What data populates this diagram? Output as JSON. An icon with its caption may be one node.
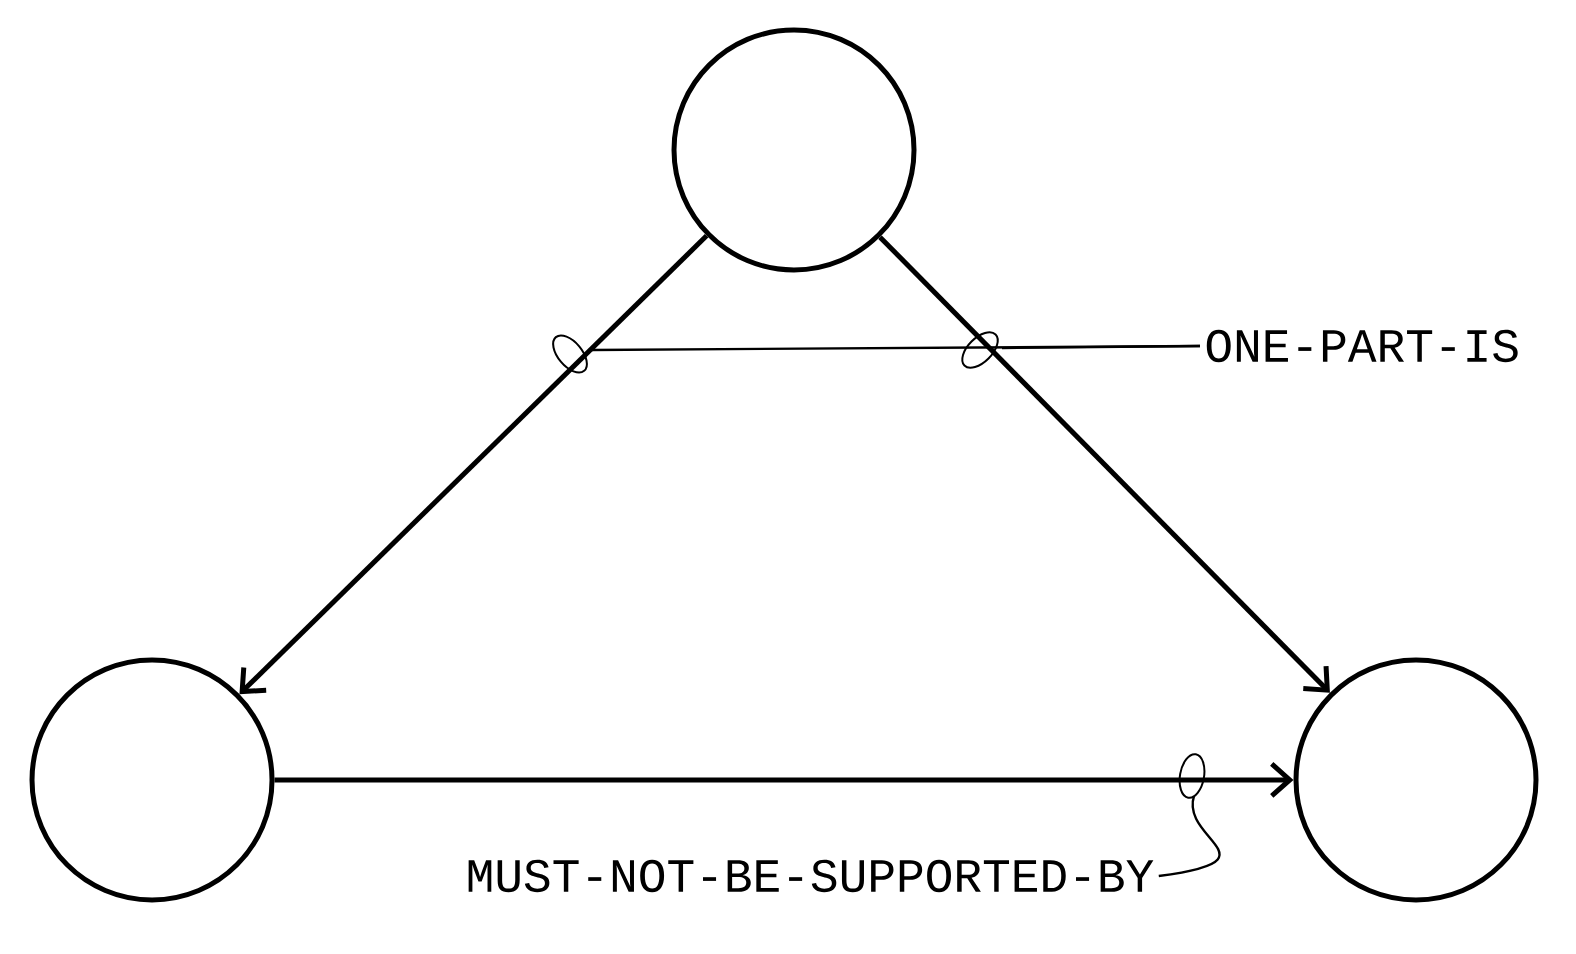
{
  "diagram": {
    "nodes": [
      {
        "text": [],
        "shape": "circle"
      },
      {
        "text": [],
        "shape": "circle"
      },
      {
        "text": [],
        "shape": "circle"
      },
      {
        "text": [
          "ONE-PART-IS"
        ]
      },
      {
        "text": [
          "MUST-NOT-BE-SUPPORTED-BY"
        ]
      }
    ],
    "edges": [
      {
        "from": 0,
        "to": 1,
        "arrow": "to"
      },
      {
        "from": 0,
        "to": 2,
        "arrow": "to"
      },
      {
        "from": 1,
        "to": 2,
        "arrow": "to"
      },
      {
        "from": 3,
        "to": null,
        "arrow": "none"
      },
      {
        "from": 3,
        "to": null,
        "arrow": "none"
      },
      {
        "from": 4,
        "to": null,
        "arrow": "none"
      }
    ]
  }
}
